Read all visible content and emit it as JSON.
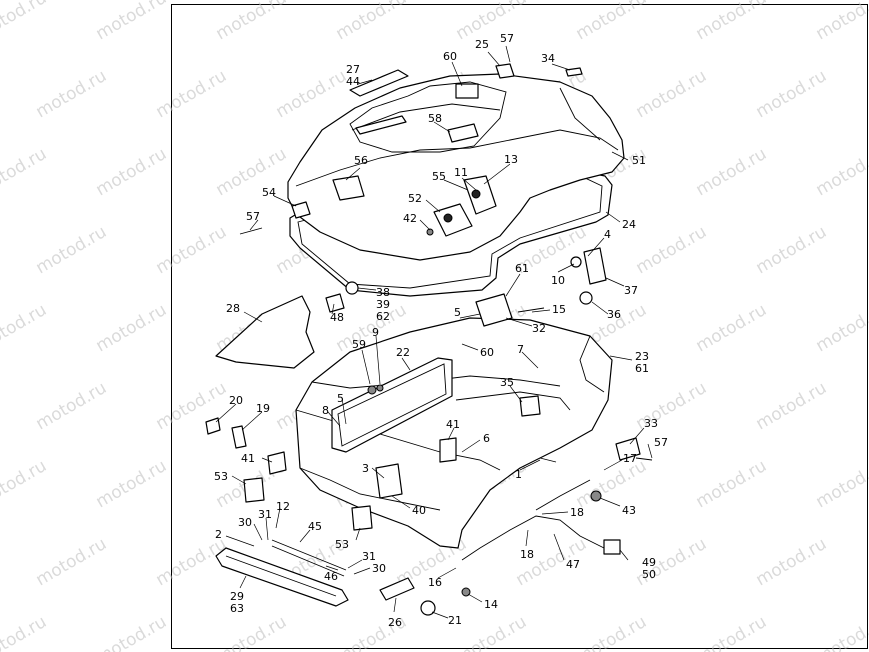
{
  "watermark": "motod.ru",
  "callouts": [
    {
      "id": "c27",
      "text": "27"
    },
    {
      "id": "c44",
      "text": "44"
    },
    {
      "id": "c60a",
      "text": "60"
    },
    {
      "id": "c25",
      "text": "25"
    },
    {
      "id": "c57a",
      "text": "57"
    },
    {
      "id": "c34",
      "text": "34"
    },
    {
      "id": "c58",
      "text": "58"
    },
    {
      "id": "c51",
      "text": "51"
    },
    {
      "id": "c56",
      "text": "56"
    },
    {
      "id": "c13",
      "text": "13"
    },
    {
      "id": "c55",
      "text": "55"
    },
    {
      "id": "c11",
      "text": "11"
    },
    {
      "id": "c54",
      "text": "54"
    },
    {
      "id": "c52",
      "text": "52"
    },
    {
      "id": "c24",
      "text": "24"
    },
    {
      "id": "c57b",
      "text": "57"
    },
    {
      "id": "c42",
      "text": "42"
    },
    {
      "id": "c4",
      "text": "4"
    },
    {
      "id": "c10",
      "text": "10"
    },
    {
      "id": "c37",
      "text": "37"
    },
    {
      "id": "c61a",
      "text": "61"
    },
    {
      "id": "c38",
      "text": "38"
    },
    {
      "id": "c39",
      "text": "39"
    },
    {
      "id": "c62",
      "text": "62"
    },
    {
      "id": "c15",
      "text": "15"
    },
    {
      "id": "c36",
      "text": "36"
    },
    {
      "id": "c28",
      "text": "28"
    },
    {
      "id": "c48",
      "text": "48"
    },
    {
      "id": "c5a",
      "text": "5"
    },
    {
      "id": "c32",
      "text": "32"
    },
    {
      "id": "c9",
      "text": "9"
    },
    {
      "id": "c59",
      "text": "59"
    },
    {
      "id": "c60b",
      "text": "60"
    },
    {
      "id": "c22",
      "text": "22"
    },
    {
      "id": "c7",
      "text": "7"
    },
    {
      "id": "c23",
      "text": "23"
    },
    {
      "id": "c61b",
      "text": "61"
    },
    {
      "id": "c35",
      "text": "35"
    },
    {
      "id": "c20",
      "text": "20"
    },
    {
      "id": "c19",
      "text": "19"
    },
    {
      "id": "c8",
      "text": "8"
    },
    {
      "id": "c5b",
      "text": "5"
    },
    {
      "id": "c41a",
      "text": "41"
    },
    {
      "id": "c6",
      "text": "6"
    },
    {
      "id": "c33",
      "text": "33"
    },
    {
      "id": "c57c",
      "text": "57"
    },
    {
      "id": "c41b",
      "text": "41"
    },
    {
      "id": "c17",
      "text": "17"
    },
    {
      "id": "c1",
      "text": "1"
    },
    {
      "id": "c53a",
      "text": "53"
    },
    {
      "id": "c3",
      "text": "3"
    },
    {
      "id": "c43",
      "text": "43"
    },
    {
      "id": "c12",
      "text": "12"
    },
    {
      "id": "c40",
      "text": "40"
    },
    {
      "id": "c18a",
      "text": "18"
    },
    {
      "id": "c2",
      "text": "2"
    },
    {
      "id": "c31a",
      "text": "31"
    },
    {
      "id": "c30a",
      "text": "30"
    },
    {
      "id": "c45",
      "text": "45"
    },
    {
      "id": "c53b",
      "text": "53"
    },
    {
      "id": "c18b",
      "text": "18"
    },
    {
      "id": "c31b",
      "text": "31"
    },
    {
      "id": "c47",
      "text": "47"
    },
    {
      "id": "c49",
      "text": "49"
    },
    {
      "id": "c50",
      "text": "50"
    },
    {
      "id": "c46",
      "text": "46"
    },
    {
      "id": "c30b",
      "text": "30"
    },
    {
      "id": "c16",
      "text": "16"
    },
    {
      "id": "c29",
      "text": "29"
    },
    {
      "id": "c63",
      "text": "63"
    },
    {
      "id": "c14",
      "text": "14"
    },
    {
      "id": "c26",
      "text": "26"
    },
    {
      "id": "c21",
      "text": "21"
    }
  ]
}
